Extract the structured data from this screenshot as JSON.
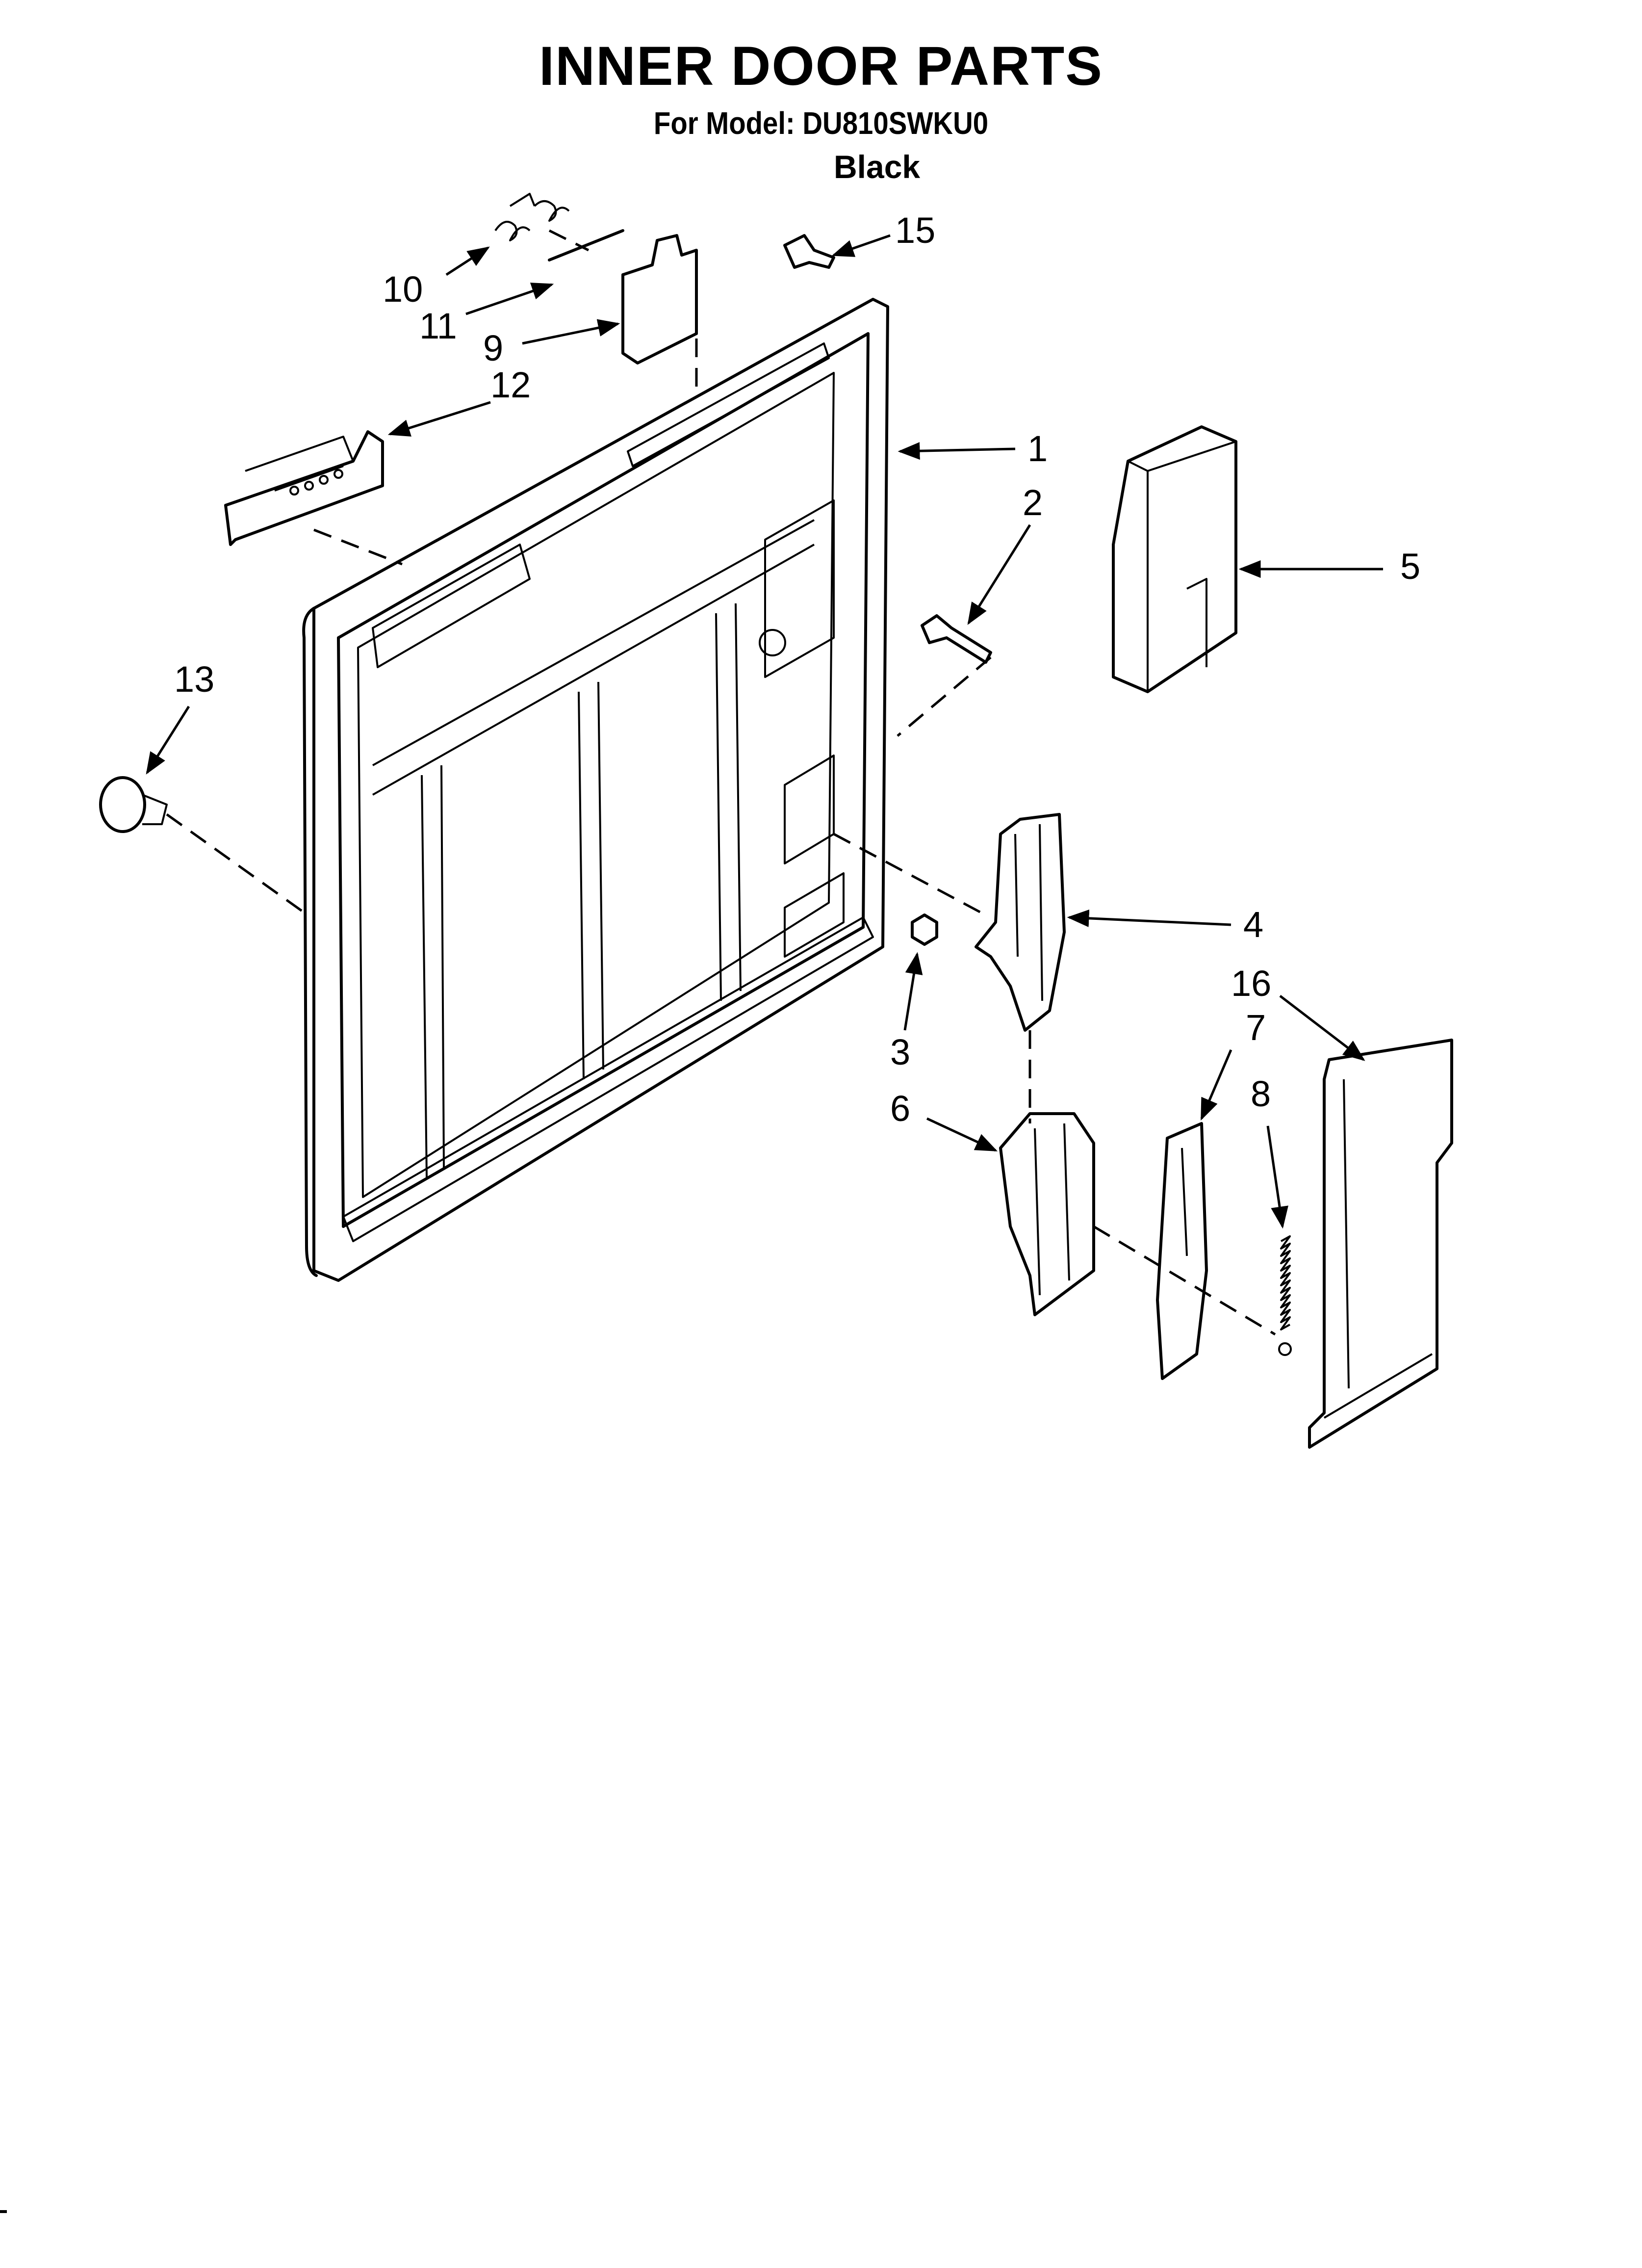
{
  "header": {
    "title": "INNER DOOR PARTS",
    "model_line": "For Model: DU810SWKU0",
    "variant": "Black"
  },
  "callouts": [
    {
      "id": "c1",
      "label": "1"
    },
    {
      "id": "c2",
      "label": "2"
    },
    {
      "id": "c3",
      "label": "3"
    },
    {
      "id": "c4",
      "label": "4"
    },
    {
      "id": "c5",
      "label": "5"
    },
    {
      "id": "c6",
      "label": "6"
    },
    {
      "id": "c7",
      "label": "7"
    },
    {
      "id": "c8",
      "label": "8"
    },
    {
      "id": "c9",
      "label": "9"
    },
    {
      "id": "c10",
      "label": "10"
    },
    {
      "id": "c11",
      "label": "11"
    },
    {
      "id": "c12",
      "label": "12"
    },
    {
      "id": "c13",
      "label": "13"
    },
    {
      "id": "c15",
      "label": "15"
    },
    {
      "id": "c16",
      "label": "16"
    }
  ]
}
